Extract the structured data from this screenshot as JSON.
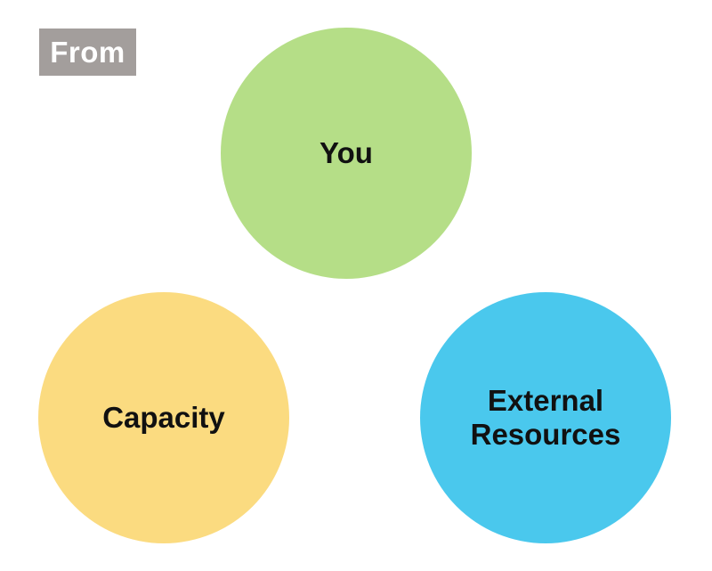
{
  "tag": {
    "label": "From",
    "color": "#a39e9c"
  },
  "circles": {
    "you": {
      "label": "You",
      "color": "#b5de87"
    },
    "capacity": {
      "label": "Capacity",
      "color": "#fbdb80"
    },
    "external": {
      "line1": "External",
      "line2": "Resources",
      "color": "#4ac8ed"
    }
  }
}
